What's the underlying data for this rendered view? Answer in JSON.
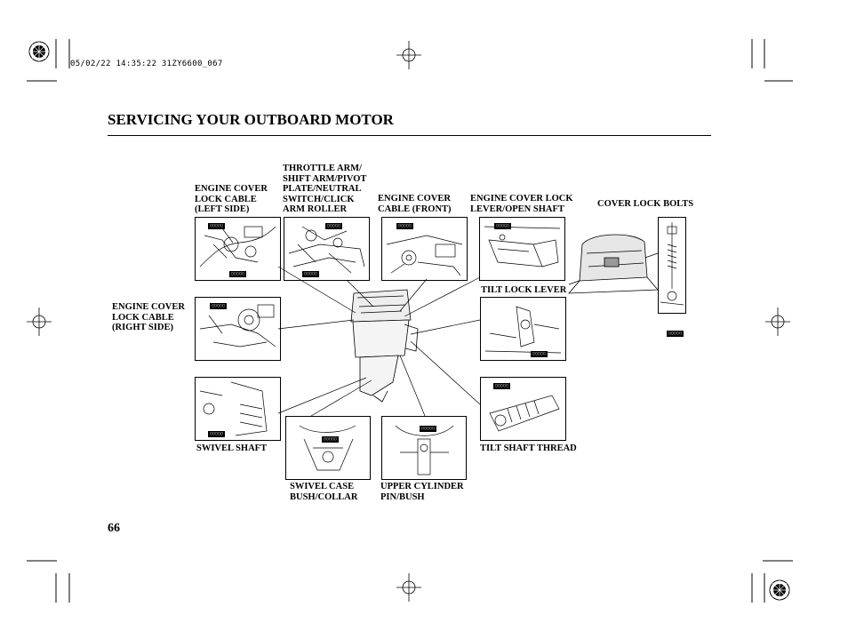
{
  "header": {
    "print_stamp": "05/02/22 14:35:22 31ZY6600_067"
  },
  "page": {
    "title": "SERVICING YOUR OUTBOARD MOTOR",
    "page_number": "66"
  },
  "labels": {
    "engine_cover_lock_cable_left": "ENGINE COVER\nLOCK CABLE\n(LEFT SIDE)",
    "throttle_arm": "THROTTLE ARM/\nSHIFT ARM/PIVOT\nPLATE/NEUTRAL\nSWITCH/CLICK\nARM ROLLER",
    "engine_cover_cable_front": "ENGINE COVER\nCABLE (FRONT)",
    "engine_cover_lock_lever": "ENGINE COVER LOCK\nLEVER/OPEN SHAFT",
    "cover_lock_bolts": "COVER LOCK BOLTS",
    "engine_cover_lock_cable_right": "ENGINE COVER\nLOCK CABLE\n(RIGHT SIDE)",
    "tilt_lock_lever": "TILT LOCK LEVER",
    "swivel_shaft": "SWIVEL SHAFT",
    "tilt_shaft_thread": "TILT SHAFT THREAD",
    "swivel_case_bush": "SWIVEL CASE\nBUSH/COLLAR",
    "upper_cylinder_pin": "UPPER CYLINDER\nPIN/BUSH"
  }
}
